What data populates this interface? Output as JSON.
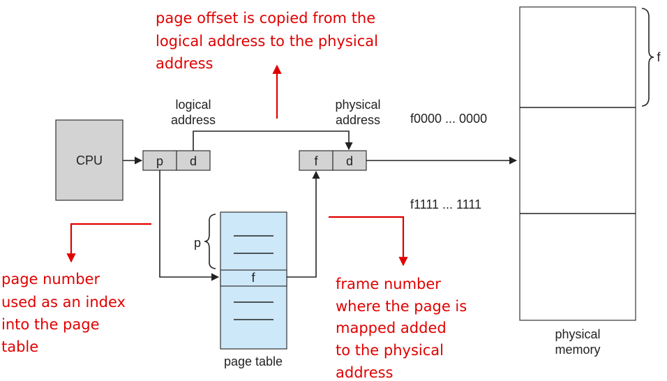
{
  "cpu_label": "CPU",
  "logical_address": {
    "line1": "logical",
    "line2": "address",
    "p": "p",
    "d": "d"
  },
  "physical_address": {
    "line1": "physical",
    "line2": "address",
    "f": "f",
    "d": "d"
  },
  "page_table": {
    "label": "page table",
    "entry": "f",
    "brace_label": "p"
  },
  "physical_memory": {
    "line1": "physical",
    "line2": "memory",
    "frame_brace_label": "f",
    "frame_start": "f0000 ... 0000",
    "frame_end": "f1111 ... 1111"
  },
  "annotations": {
    "offset_note": [
      "page  offset is copied from the",
      "logical address to the physical",
      "address"
    ],
    "page_number_note": [
      "page number",
      "used as an index",
      "into the page",
      "table"
    ],
    "frame_number_note": [
      "frame number",
      "where the page is",
      "mapped added",
      "to the physical",
      "address"
    ]
  },
  "colors": {
    "annotation": "#e00000",
    "page_table_fill": "#cde8f8",
    "register_fill": "#d3d3d3",
    "cpu_fill": "#d3d3d3"
  }
}
